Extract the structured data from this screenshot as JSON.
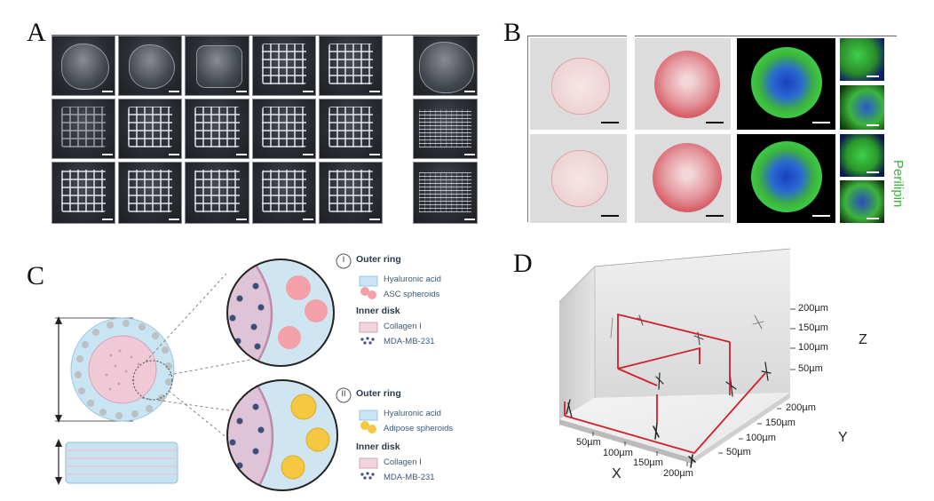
{
  "panels": {
    "a": {
      "letter": "A"
    },
    "b": {
      "letter": "B",
      "stain_label": "Perilipin",
      "stain_color": "#3cb43c"
    },
    "c": {
      "letter": "C",
      "legend_1": {
        "roman": "I",
        "outer_ring": "Outer ring",
        "hyaluronic": "Hyaluronic acid",
        "spheroids": "ASC spheroids",
        "inner_disk": "Inner disk",
        "collagen": "Collagen I",
        "cells": "MDA-MB-231"
      },
      "legend_2": {
        "roman": "II",
        "outer_ring": "Outer ring",
        "hyaluronic": "Hyaluronic acid",
        "spheroids": "Adipose spheroids",
        "inner_disk": "Inner disk",
        "collagen": "Collagen I",
        "cells": "MDA-MB-231"
      },
      "colors": {
        "hyaluronic": "#bcdcec",
        "asc": "#f4a0a8",
        "adipose": "#f5c842",
        "collagen": "#f2d4dc",
        "cells": "#3b4f7a"
      }
    },
    "d": {
      "letter": "D",
      "z_ticks": [
        "200µm",
        "150µm",
        "100µm",
        "50µm"
      ],
      "y_ticks": [
        "200µm",
        "150µm",
        "100µm",
        "50µm"
      ],
      "x_ticks": [
        "50µm",
        "100µm",
        "150µm",
        "200µm"
      ],
      "x_title": "X",
      "y_title": "Y",
      "z_title": "Z",
      "trace_color": "#d0202a"
    }
  }
}
